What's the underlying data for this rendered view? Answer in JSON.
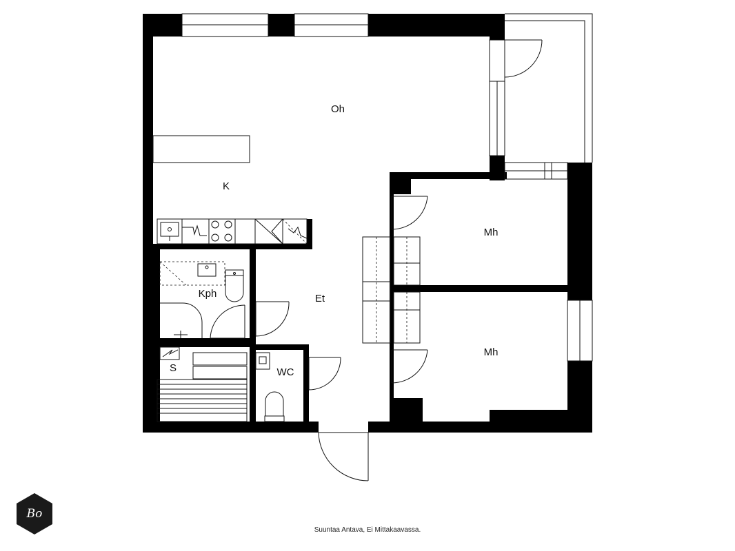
{
  "rooms": {
    "oh": "Oh",
    "k": "K",
    "mh_upper": "Mh",
    "mh_lower": "Mh",
    "kph": "Kph",
    "et": "Et",
    "s": "S",
    "wc": "WC"
  },
  "footer_note": "Suuntaa Antava, Ei Mittakaavassa.",
  "logo": {
    "text": "Bo",
    "color": "#1a1a1a"
  }
}
